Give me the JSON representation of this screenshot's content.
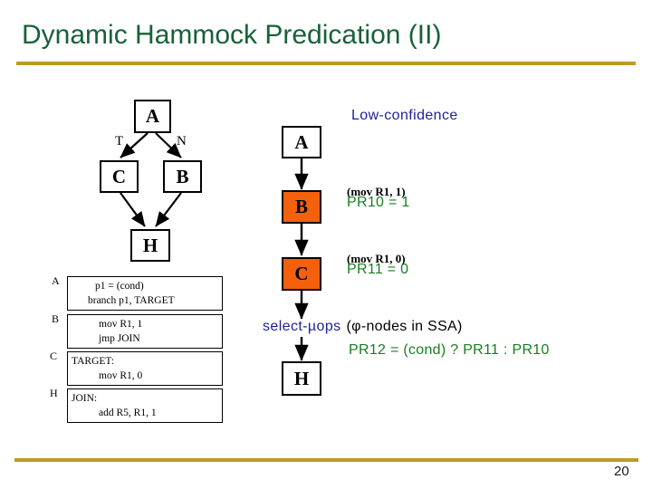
{
  "slide": {
    "title": "Dynamic Hammock Predication (II)",
    "page_number": "20",
    "accent_rule_color": "#bf9924",
    "title_color": "#186139"
  },
  "cfg_left": {
    "nodes": [
      {
        "id": "A",
        "label": "A"
      },
      {
        "id": "C",
        "label": "C"
      },
      {
        "id": "B",
        "label": "B"
      },
      {
        "id": "H",
        "label": "H"
      }
    ],
    "edge_labels": {
      "taken": "T",
      "not_taken": "N"
    }
  },
  "code_blocks": [
    {
      "label": "A",
      "lines": [
        "p1 = (cond)",
        "branch p1, TARGET"
      ]
    },
    {
      "label": "B",
      "lines": [
        "mov R1, 1",
        "jmp JOIN"
      ]
    },
    {
      "label": "C",
      "lines": [
        "TARGET:",
        "mov R1, 0"
      ]
    },
    {
      "label": "H",
      "lines": [
        "JOIN:",
        "add R5, R1, 1"
      ]
    }
  ],
  "cfg_right": {
    "heading": "Low-confidence",
    "heading_color": "#21219e",
    "nodes": [
      {
        "id": "A",
        "label": "A",
        "fill": "#ffffff"
      },
      {
        "id": "B",
        "label": "B",
        "fill": "#f4600c"
      },
      {
        "id": "C",
        "label": "C",
        "fill": "#f4600c"
      },
      {
        "id": "H",
        "label": "H",
        "fill": "#ffffff"
      }
    ],
    "annotations": [
      {
        "original": "(mov R1, 1)",
        "predicated": "PR10 = 1"
      },
      {
        "original": "(mov R1, 0)",
        "predicated": "PR11 = 0"
      }
    ],
    "select_uops": {
      "term": "select-µops",
      "note": "(φ-nodes in SSA)",
      "expression": "PR12 = (cond) ?  PR11 : PR10",
      "term_color": "#21219e",
      "expression_color": "#1a7d23"
    }
  }
}
